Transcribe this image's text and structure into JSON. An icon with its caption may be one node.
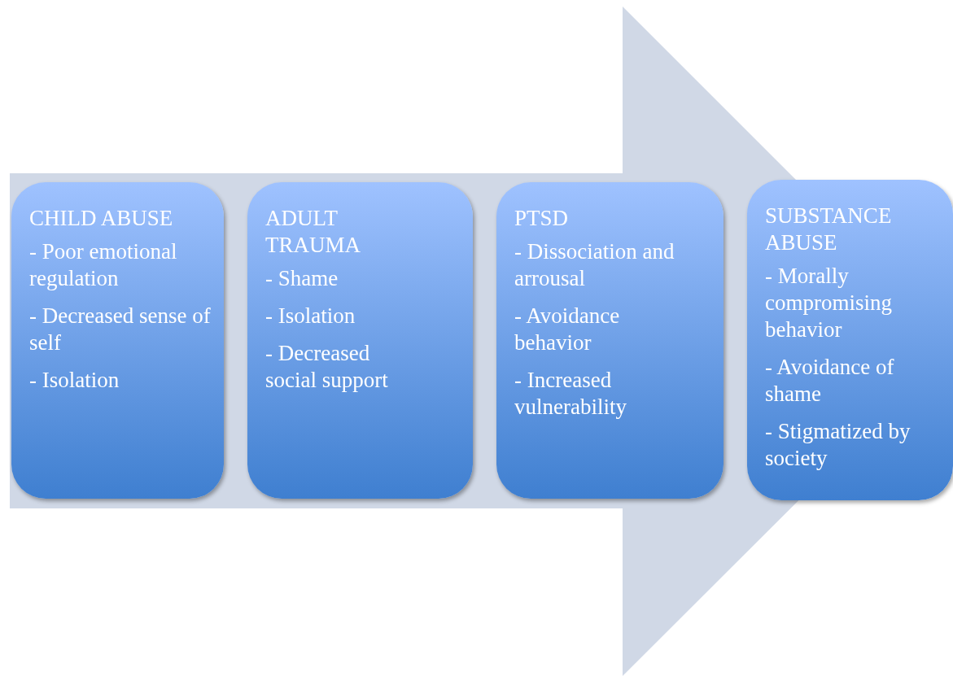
{
  "diagram": {
    "nodes": [
      {
        "text": [],
        "shape": "arrow"
      },
      {
        "text": [
          "CHILD ABUSE",
          "- Poor emotional regulation",
          "- Decreased sense of self",
          "- Isolation"
        ],
        "in": 0
      },
      {
        "text": [
          "ADULT TRAUMA",
          "- Shame",
          "- Isolation",
          "- Decreased social support"
        ],
        "in": 0
      },
      {
        "text": [
          "PTSD",
          "- Dissociation and arrousal",
          "- Avoidance behavior",
          "- Increased vulnerability"
        ],
        "in": 0
      },
      {
        "text": [
          "SUBSTANCE ABUSE",
          "- Morally compromising behavior",
          "- Avoidance of shame",
          "- Stigmatized by society"
        ],
        "in": 0
      }
    ]
  }
}
